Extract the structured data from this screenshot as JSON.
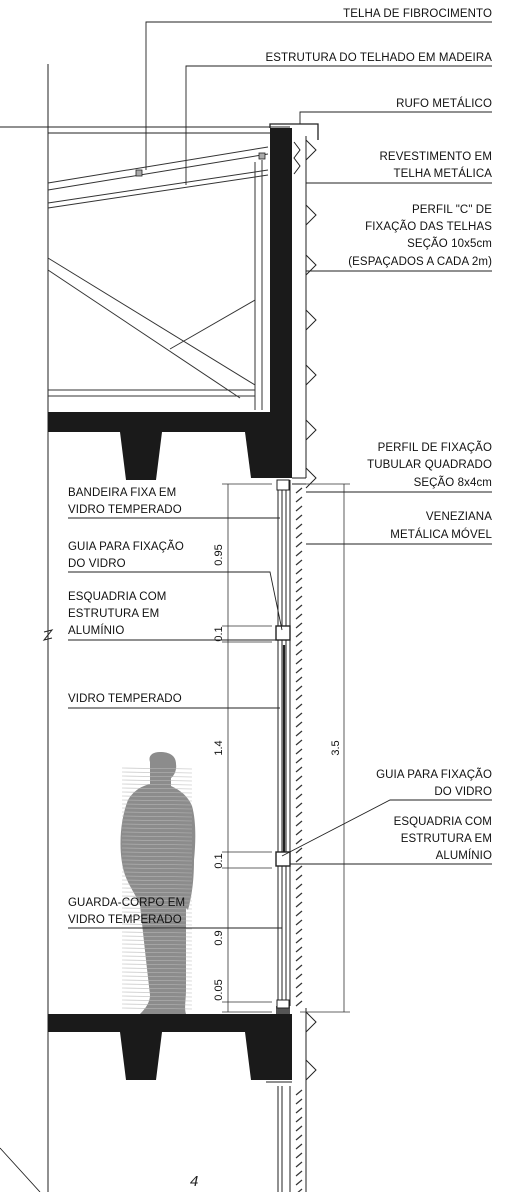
{
  "annotations": {
    "telha_fibrocimento": "TELHA DE FIBROCIMENTO",
    "estrutura_telhado": "ESTRUTURA DO TELHADO EM MADEIRA",
    "rufo": "RUFO METÁLICO",
    "revestimento_1": "REVESTIMENTO EM",
    "revestimento_2": "TELHA METÁLICA",
    "perfil_c_1": "PERFIL \"C\" DE",
    "perfil_c_2": "FIXAÇÃO DAS TELHAS",
    "perfil_c_3": "SEÇÃO 10x5cm",
    "perfil_c_4": "(ESPAÇADOS A CADA 2m)",
    "perfil_tubular_1": "PERFIL DE FIXAÇÃO",
    "perfil_tubular_2": "TUBULAR QUADRADO",
    "perfil_tubular_3": "SEÇÃO 8x4cm",
    "veneziana_1": "VENEZIANA",
    "veneziana_2": "METÁLICA MÓVEL",
    "bandeira_1": "BANDEIRA FIXA EM",
    "bandeira_2": "VIDRO TEMPERADO",
    "guia_left_1": "GUIA PARA FIXAÇÃO",
    "guia_left_2": "DO VIDRO",
    "esquadria_left_1": "ESQUADRIA COM",
    "esquadria_left_2": "ESTRUTURA EM",
    "esquadria_left_3": "ALUMÍNIO",
    "vidro": "VIDRO TEMPERADO",
    "guia_right_1": "GUIA PARA FIXAÇÃO",
    "guia_right_2": "DO VIDRO",
    "esquadria_right_1": "ESQUADRIA COM",
    "esquadria_right_2": "ESTRUTURA EM",
    "esquadria_right_3": "ALUMÍNIO",
    "guarda_1": "GUARDA-CORPO EM",
    "guarda_2": "VIDRO TEMPERADO",
    "level_mark": "4"
  },
  "dimensions": {
    "d095": "0.95",
    "d01_top": "0.1",
    "d14": "1.4",
    "d01_bottom": "0.1",
    "d09": "0.9",
    "d005": "0.05",
    "d35": "3.5"
  },
  "colors": {
    "structure": "#1a1a1a",
    "line": "#222222",
    "person": "#8c8c8c"
  }
}
